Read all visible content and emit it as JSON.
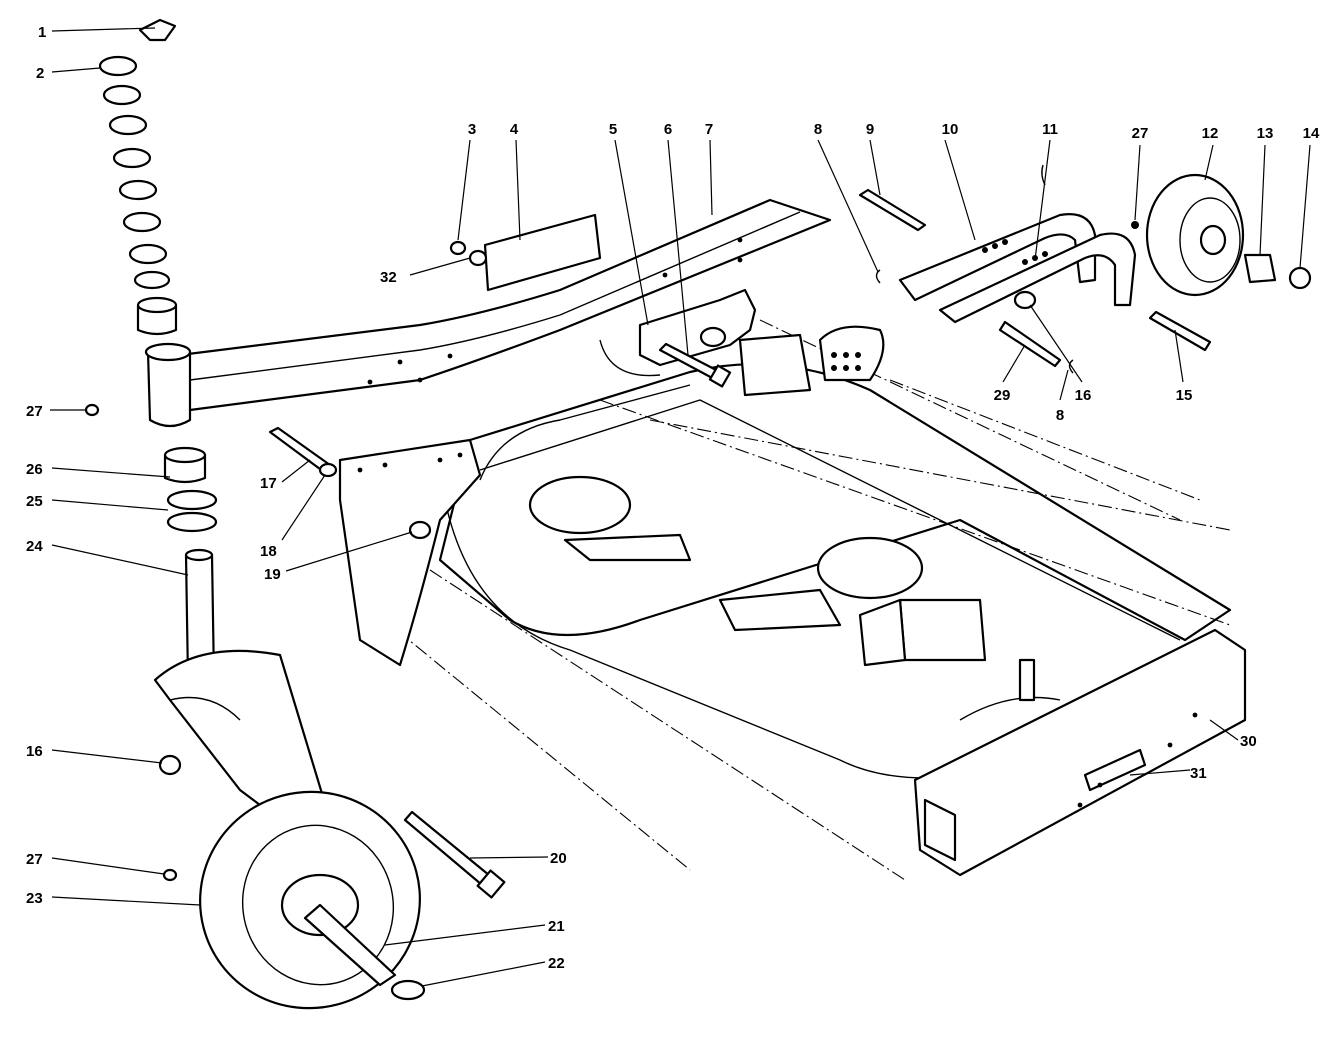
{
  "callouts": [
    {
      "id": "c1",
      "text": "1"
    },
    {
      "id": "c2",
      "text": "2"
    },
    {
      "id": "c3",
      "text": "3"
    },
    {
      "id": "c4",
      "text": "4"
    },
    {
      "id": "c5",
      "text": "5"
    },
    {
      "id": "c6",
      "text": "6"
    },
    {
      "id": "c7",
      "text": "7"
    },
    {
      "id": "c8a",
      "text": "8"
    },
    {
      "id": "c9",
      "text": "9"
    },
    {
      "id": "c10",
      "text": "10"
    },
    {
      "id": "c11",
      "text": "11"
    },
    {
      "id": "c27a",
      "text": "27"
    },
    {
      "id": "c12",
      "text": "12"
    },
    {
      "id": "c13",
      "text": "13"
    },
    {
      "id": "c14",
      "text": "14"
    },
    {
      "id": "c32",
      "text": "32"
    },
    {
      "id": "c27b",
      "text": "27"
    },
    {
      "id": "c29",
      "text": "29"
    },
    {
      "id": "c16a",
      "text": "16"
    },
    {
      "id": "c8b",
      "text": "8"
    },
    {
      "id": "c15",
      "text": "15"
    },
    {
      "id": "c26",
      "text": "26"
    },
    {
      "id": "c25",
      "text": "25"
    },
    {
      "id": "c17",
      "text": "17"
    },
    {
      "id": "c18",
      "text": "18"
    },
    {
      "id": "c19",
      "text": "19"
    },
    {
      "id": "c24",
      "text": "24"
    },
    {
      "id": "c16b",
      "text": "16"
    },
    {
      "id": "c30",
      "text": "30"
    },
    {
      "id": "c31",
      "text": "31"
    },
    {
      "id": "c20",
      "text": "20"
    },
    {
      "id": "c27c",
      "text": "27"
    },
    {
      "id": "c23",
      "text": "23"
    },
    {
      "id": "c21",
      "text": "21"
    },
    {
      "id": "c22",
      "text": "22"
    }
  ]
}
